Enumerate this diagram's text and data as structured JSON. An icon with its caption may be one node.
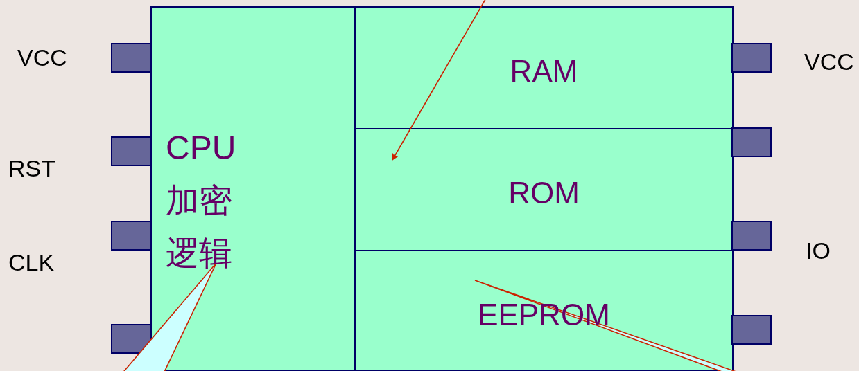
{
  "diagram": {
    "nodes": [
      {
        "text": [
          "CPU 加密逻辑"
        ]
      },
      {
        "text": [
          "RAM"
        ]
      },
      {
        "text": [
          "ROM"
        ]
      },
      {
        "text": [
          "EEPROM"
        ]
      }
    ],
    "edges": [
      {
        "from": null,
        "to": 2,
        "arrow": "to",
        "color": "#cc2200"
      },
      {
        "from": null,
        "to": 0,
        "arrow": "none",
        "color": "#cc2200"
      },
      {
        "from": null,
        "to": 3,
        "arrow": "none",
        "color": "#cc2200"
      }
    ],
    "labels": [
      "VCC",
      "RST",
      "CLK",
      "VCC",
      "IO"
    ]
  }
}
